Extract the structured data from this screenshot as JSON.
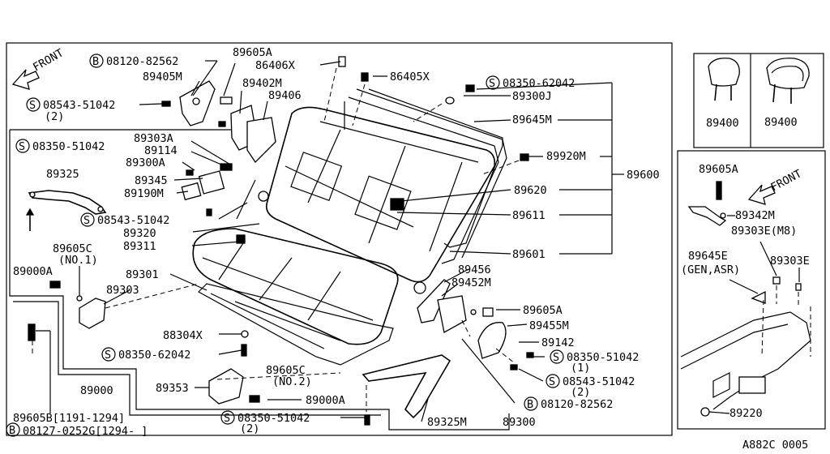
{
  "main": {
    "front_label": "FRONT",
    "labels": {
      "p08120_82562_top": "08120-82562",
      "p89605A_top": "89605A",
      "p86406X": "86406X",
      "p86405X": "86405X",
      "p89405M": "89405M",
      "p89402M": "89402M",
      "p89406": "89406",
      "p08350_62042_top": "08350-62042",
      "p89300J": "89300J",
      "p08543_51042_top": "08543-51042",
      "p08543_51042_top_qty": "(2)",
      "p89645M": "89645M",
      "p89303A": "89303A",
      "p08350_51042_left": "08350-51042",
      "p89114": "89114",
      "p89300A": "89300A",
      "p89920M": "89920M",
      "p89325": "89325",
      "p89345": "89345",
      "p89190M": "89190M",
      "p89600": "89600",
      "p89620": "89620",
      "p08543_51042_mid": "08543-51042",
      "p89611": "89611",
      "p89320": "89320",
      "p89311": "89311",
      "p89601": "89601",
      "p89605C": "89605C",
      "p89605C_no1": "(NO.1)",
      "p89000A_left": "89000A",
      "p89456": "89456",
      "p89301": "89301",
      "p89452M": "89452M",
      "p89303": "89303",
      "p89605A_mid": "89605A",
      "p89455M": "89455M",
      "p88304X": "88304X",
      "p89142": "89142",
      "p08350_62042_bot": "08350-62042",
      "p08350_51042_right": "08350-51042",
      "p08350_51042_right_qty": "(1)",
      "p89605C_2": "89605C",
      "p89605C_no2": "(NO.2)",
      "p89000": "89000",
      "p89353": "89353",
      "p08543_51042_right": "08543-51042",
      "p08543_51042_right_qty": "(2)",
      "p89000A_bot": "89000A",
      "p08120_82562_bot": "08120-82562",
      "p89605B": "89605B[1191-1294]",
      "p08350_51042_bot": "08350-51042",
      "p08350_51042_bot_qty": "(2)",
      "p89325M": "89325M",
      "p89300": "89300",
      "p08127_0252G": "08127-0252G[1294-     ]"
    },
    "prefix_S": "S",
    "prefix_B": "B"
  },
  "headrest_panel": {
    "left_label": "89400",
    "right_label": "89400"
  },
  "side_panel": {
    "front_label": "FRONT",
    "p89605A": "89605A",
    "p89342M": "89342M",
    "p89303E_M8": "89303E(M8)",
    "p89645E": "89645E",
    "p89645E_note": "(GEN,ASR)",
    "p89303E": "89303E",
    "p89220": "89220"
  },
  "footer": {
    "code": "A882C 0005"
  }
}
